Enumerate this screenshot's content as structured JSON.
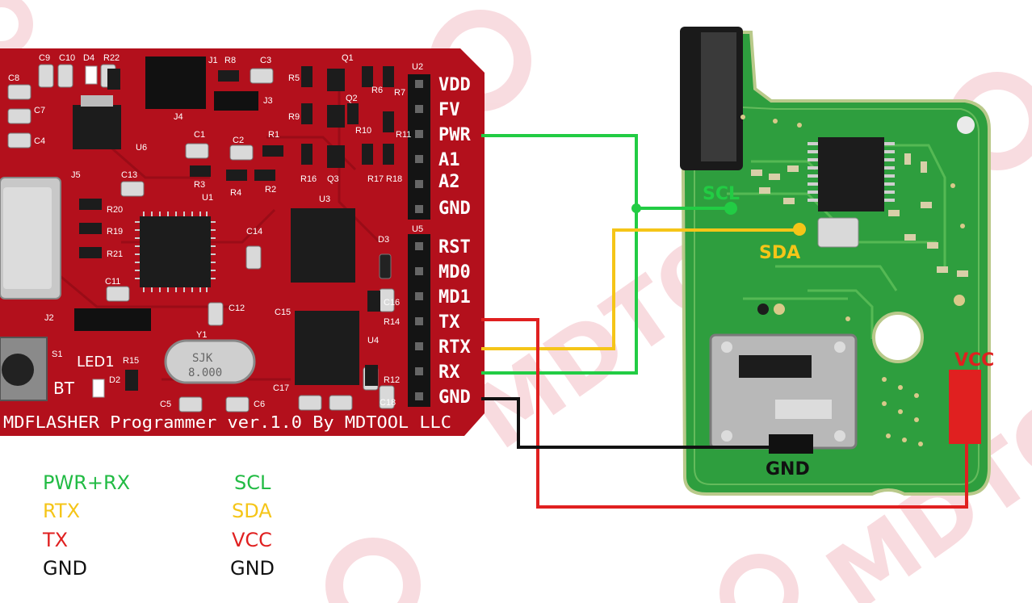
{
  "programmer": {
    "caption": "MDFLASHER Programmer ver.1.0 By MDTOOL LLC",
    "pins_top": [
      "VDD",
      "FV",
      "PWR",
      "A1",
      "A2",
      "GND"
    ],
    "pins_bottom": [
      "RST",
      "MD0",
      "MD1",
      "TX",
      "RTX",
      "RX",
      "GND"
    ],
    "silk": {
      "c9": "C9",
      "c10": "C10",
      "d4": "D4",
      "r22": "R22",
      "j1": "J1",
      "r8": "R8",
      "c3": "C3",
      "q1": "Q1",
      "r5": "R5",
      "u2": "U2",
      "c8": "C8",
      "c7": "C7",
      "c4": "C4",
      "u6": "U6",
      "j4": "J4",
      "j3": "J3",
      "q2": "Q2",
      "r9": "R9",
      "r10": "R10",
      "r6": "R6",
      "r7": "R7",
      "c1": "C1",
      "c2": "C2",
      "r1": "R1",
      "r3": "R3",
      "r4": "R4",
      "r2": "R2",
      "u1": "U1",
      "c13": "C13",
      "j5": "J5",
      "r16": "R16",
      "q3": "Q3",
      "r17": "R17",
      "r18": "R18",
      "r11": "R11",
      "r20": "R20",
      "r19": "R19",
      "r21": "R21",
      "u3": "U3",
      "c14": "C14",
      "d3": "D3",
      "u5": "U5",
      "c11": "C11",
      "c12": "C12",
      "c15": "C15",
      "c16": "C16",
      "r14": "R14",
      "j2": "J2",
      "u4": "U4",
      "y1": "Y1",
      "s1": "S1",
      "led1": "LED1",
      "r15": "R15",
      "d2": "D2",
      "bt": "BT",
      "c5": "C5",
      "c6": "C6",
      "c17": "C17",
      "r12": "R12",
      "c18": "C18"
    },
    "crystal": [
      "SJK",
      "8.000"
    ]
  },
  "key_board": {
    "labels": {
      "scl": "SCL",
      "sda": "SDA",
      "vcc": "VCC",
      "gnd": "GND"
    }
  },
  "legend": [
    {
      "left": "PWR+RX",
      "right": "SCL",
      "color": "#22bb44"
    },
    {
      "left": "RTX",
      "right": "SDA",
      "color": "#f5c518"
    },
    {
      "left": "TX",
      "right": "VCC",
      "color": "#e02020"
    },
    {
      "left": "GND",
      "right": "GND",
      "color": "#111111"
    }
  ],
  "watermark": "MDTOOL",
  "colors": {
    "green": "#22cc44",
    "yellow": "#f5c518",
    "red": "#e02020",
    "black": "#111111",
    "board_red": "#b3101c",
    "pcb_green": "#2e9e3e"
  }
}
